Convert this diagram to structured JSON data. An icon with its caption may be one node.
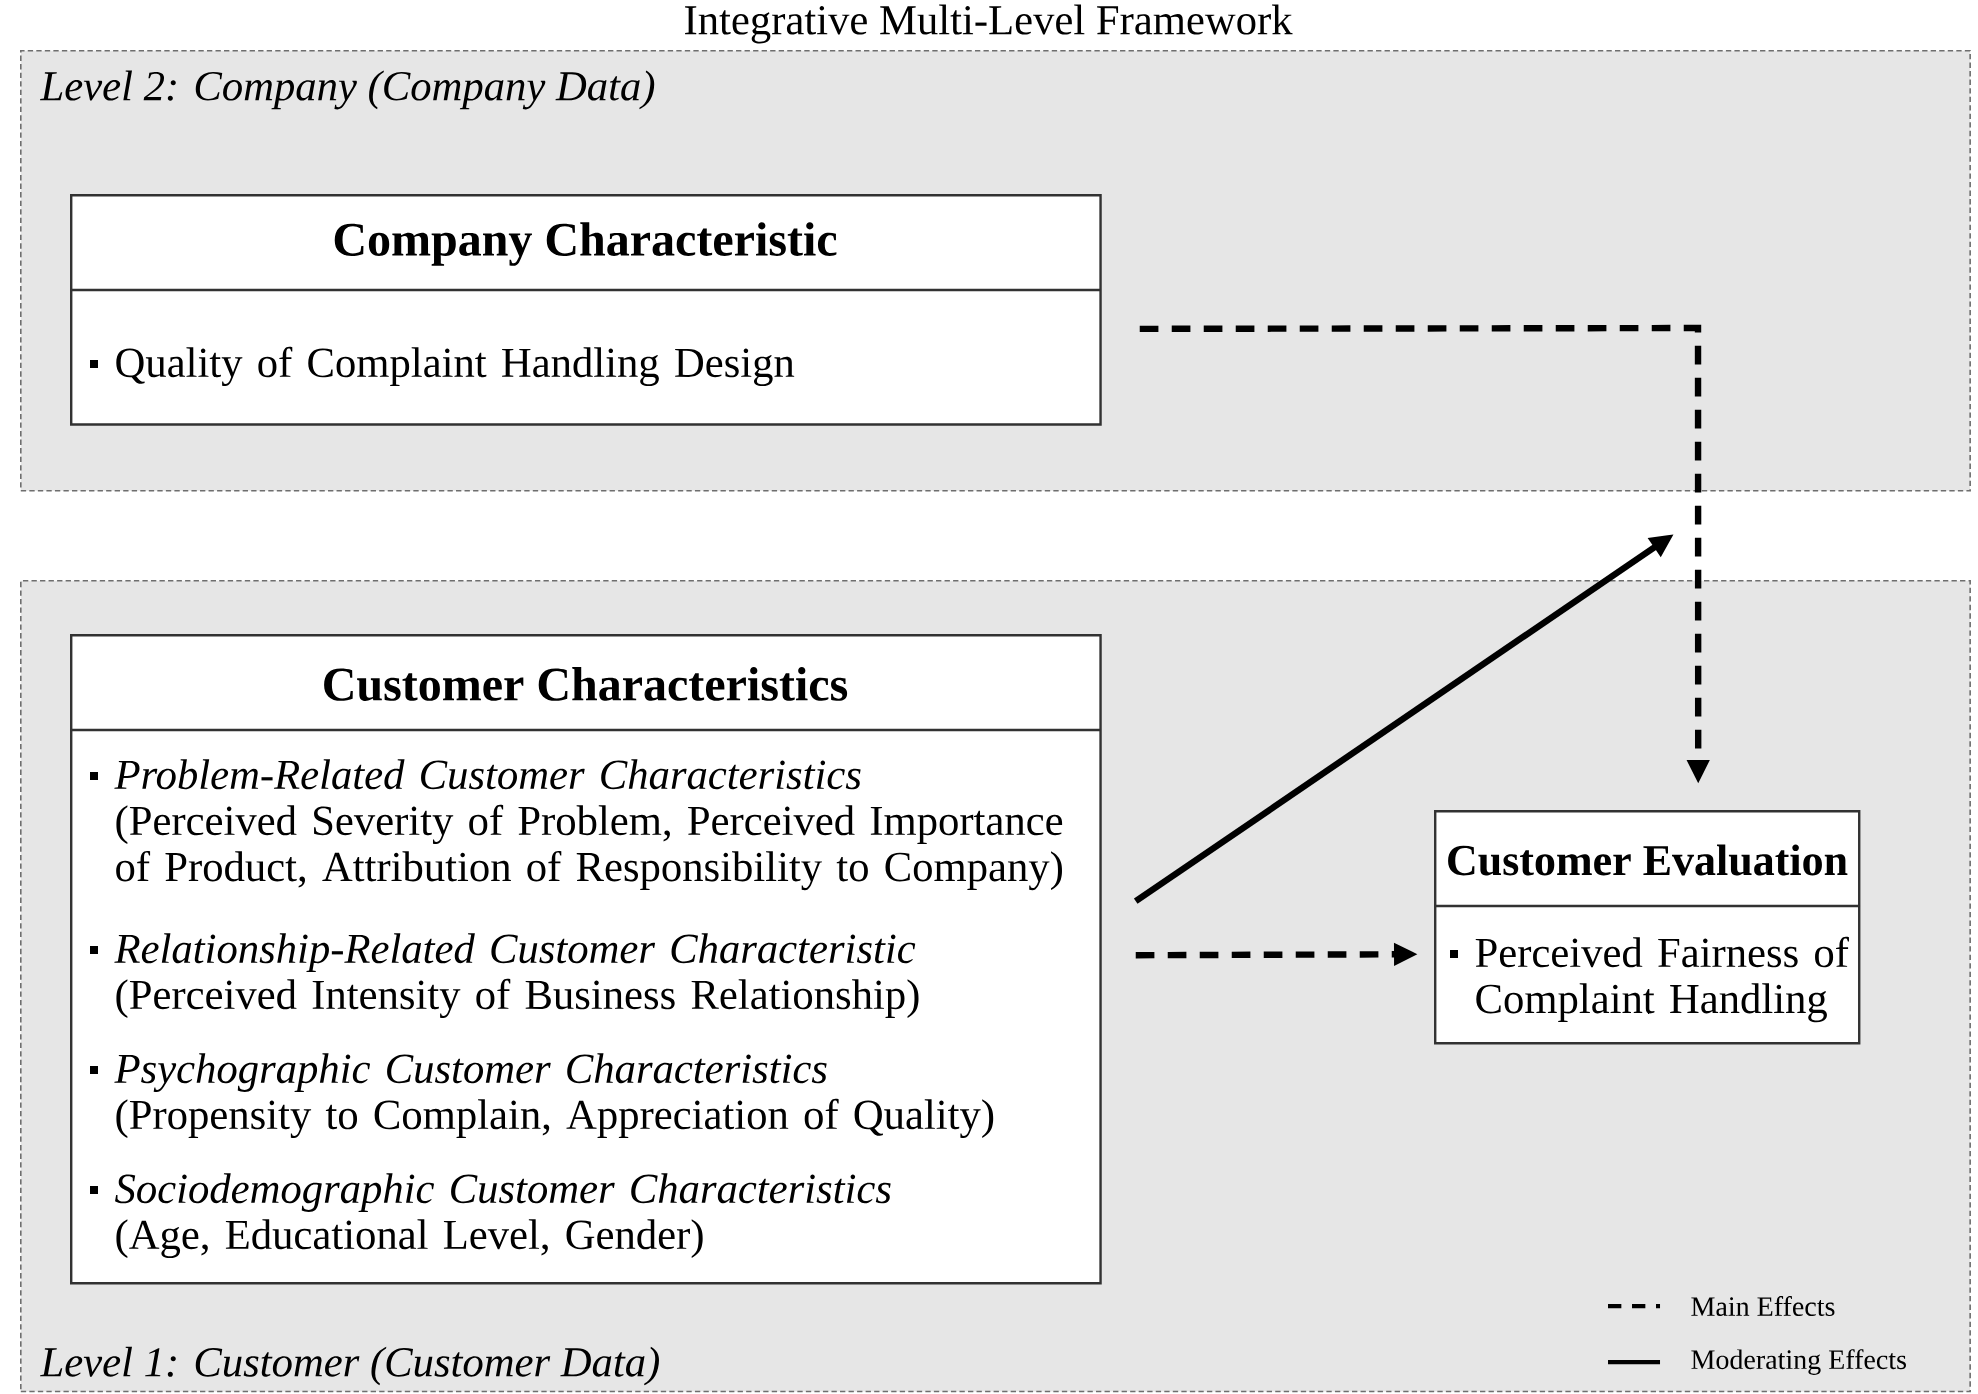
{
  "diagram": {
    "title": "Integrative Multi-Level Framework",
    "nodes": [
      {
        "text": [
          "Level 2: Company (Company Data)"
        ]
      },
      {
        "text": [
          "Company Characteristic",
          "Quality of Complaint Handling Design"
        ],
        "in": 0
      },
      {
        "text": [
          "Level 1: Customer (Customer Data)"
        ]
      },
      {
        "text": [
          "Customer Characteristics",
          "Problem-Related Customer Characteristics",
          "(Perceived Severity of Problem, Perceived Importance of Product, Attribution of Responsibility to Company)",
          "Relationship-Related Customer Characteristic",
          "(Perceived Intensity of Business Relationship)",
          "Psychographic Customer Characteristics",
          "(Propensity to Complain, Appreciation of Quality)",
          "Sociodemographic Customer Characteristics",
          "(Age, Educational Level, Gender)"
        ],
        "in": 2
      },
      {
        "text": [
          "Customer Evaluation",
          "Perceived Fairness of Complaint Handling"
        ],
        "in": 2
      }
    ],
    "edges": [
      {
        "from": 1,
        "to": 4,
        "arrow": "to",
        "style": "dashed"
      },
      {
        "from": 3,
        "to": 4,
        "arrow": "to",
        "style": "dashed"
      },
      {
        "from": 3,
        "to": null,
        "arrow": "to"
      }
    ],
    "legend": [
      {
        "text": "Main Effects"
      },
      {
        "text": "Moderating Effects"
      }
    ]
  }
}
